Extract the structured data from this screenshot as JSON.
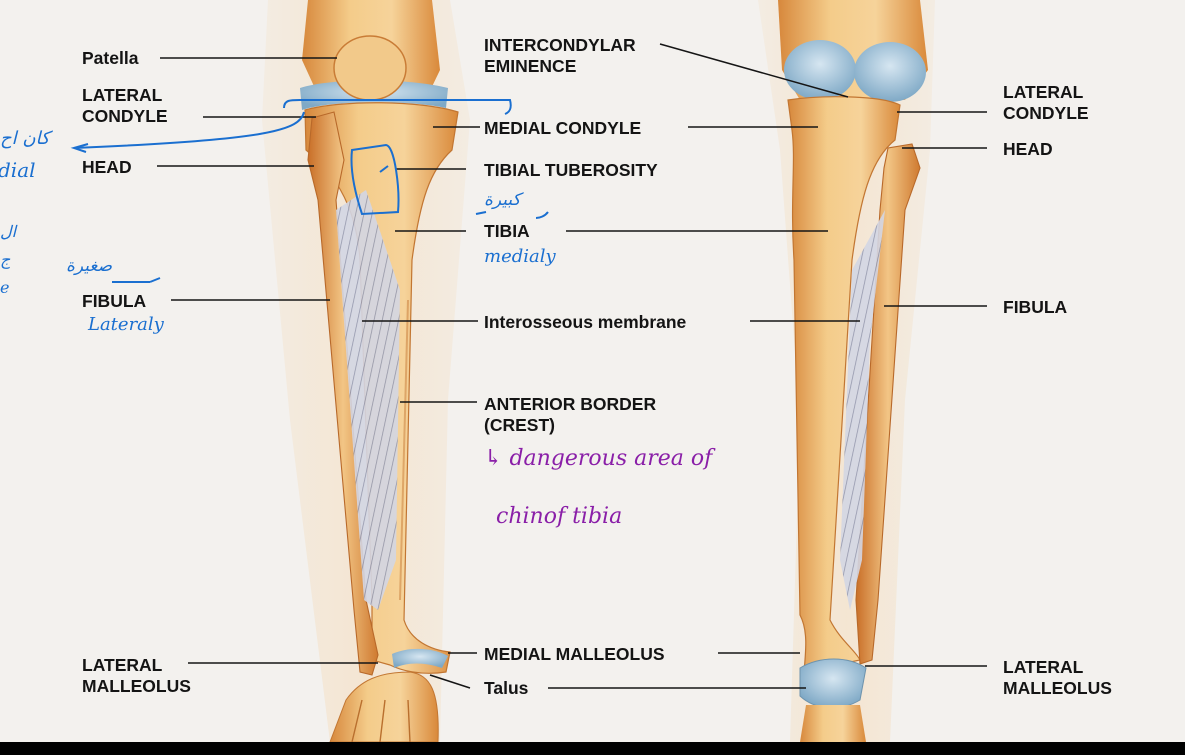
{
  "left_labels": {
    "patella": "Patella",
    "lateral_condyle_1": "LATERAL",
    "lateral_condyle_2": "CONDYLE",
    "head": "HEAD",
    "fibula": "FIBULA",
    "lateral_malleolus_1": "LATERAL",
    "lateral_malleolus_2": "MALLEOLUS"
  },
  "center_labels": {
    "intercondylar_1": "INTERCONDYLAR",
    "intercondylar_2": "EMINENCE",
    "medial_condyle": "MEDIAL CONDYLE",
    "tibial_tuberosity": "TIBIAL TUBEROSITY",
    "tibia": "TIBIA",
    "interosseous": "Interosseous membrane",
    "anterior_border_1": "ANTERIOR BORDER",
    "anterior_border_2": "(CREST)",
    "medial_malleolus": "MEDIAL MALLEOLUS",
    "talus": "Talus"
  },
  "right_labels": {
    "lateral_condyle_1": "LATERAL",
    "lateral_condyle_2": "CONDYLE",
    "head": "HEAD",
    "fibula": "FIBULA",
    "lateral_malleolus_1": "LATERAL",
    "lateral_malleolus_2": "MALLEOLUS"
  },
  "annotations": {
    "arabic_top": "كان اح",
    "medial_fragment": "dial",
    "edge_1": "ال",
    "edge_2": "ج",
    "edge_3": "e",
    "big_arabic": "كبيرة",
    "medially": "medialy",
    "small_arabic": "صغيرة",
    "laterally": "Lateraly",
    "dangerous_line1": "dangerous area of",
    "dangerous_line2": "chinof tibia"
  },
  "colors": {
    "background": "#f3f1ee",
    "bone": "#f0c07a",
    "bone_shade": "#d98a3a",
    "cartilage": "#a9c9de",
    "annotation_blue": "#1a6fd0",
    "annotation_purple": "#8a1fa8"
  }
}
